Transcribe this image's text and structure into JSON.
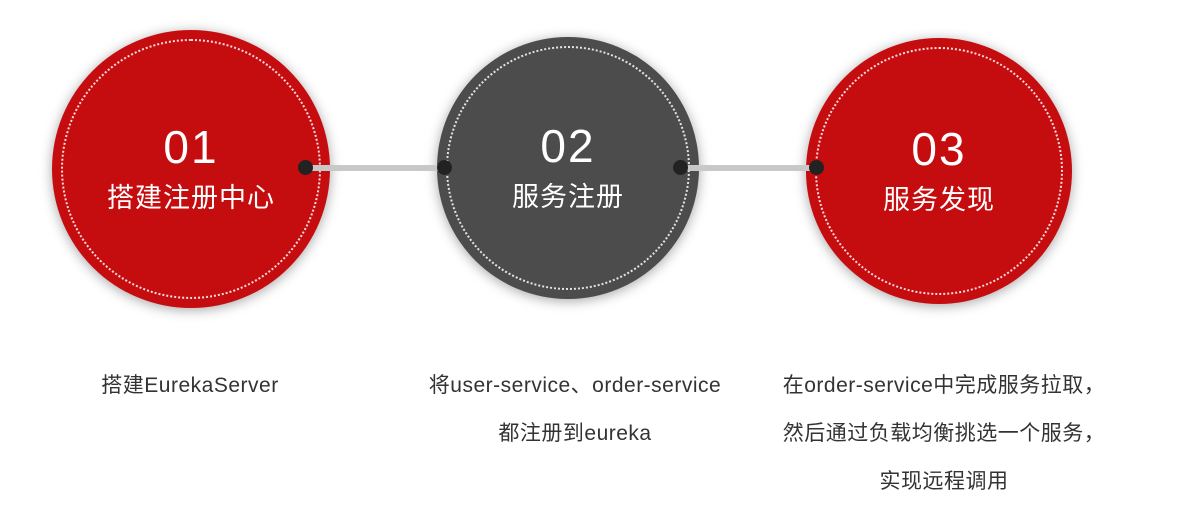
{
  "steps": [
    {
      "number": "01",
      "label": "搭建注册中心",
      "description": "搭建EurekaServer",
      "color": "#c50d10"
    },
    {
      "number": "02",
      "label": "服务注册",
      "description": "将user-service、order-service都注册到eureka",
      "color": "#4d4c4c"
    },
    {
      "number": "03",
      "label": "服务发现",
      "description": "在order-service中完成服务拉取，然后通过负载均衡挑选一个服务，实现远程调用",
      "color": "#c50d10"
    }
  ],
  "colors": {
    "step_red": "#c50d10",
    "step_dark": "#4d4c4c",
    "connector_line": "#c8c8c8",
    "connector_dot": "#222222",
    "description_text": "#333333",
    "circle_text": "#ffffff",
    "background": "#ffffff"
  }
}
